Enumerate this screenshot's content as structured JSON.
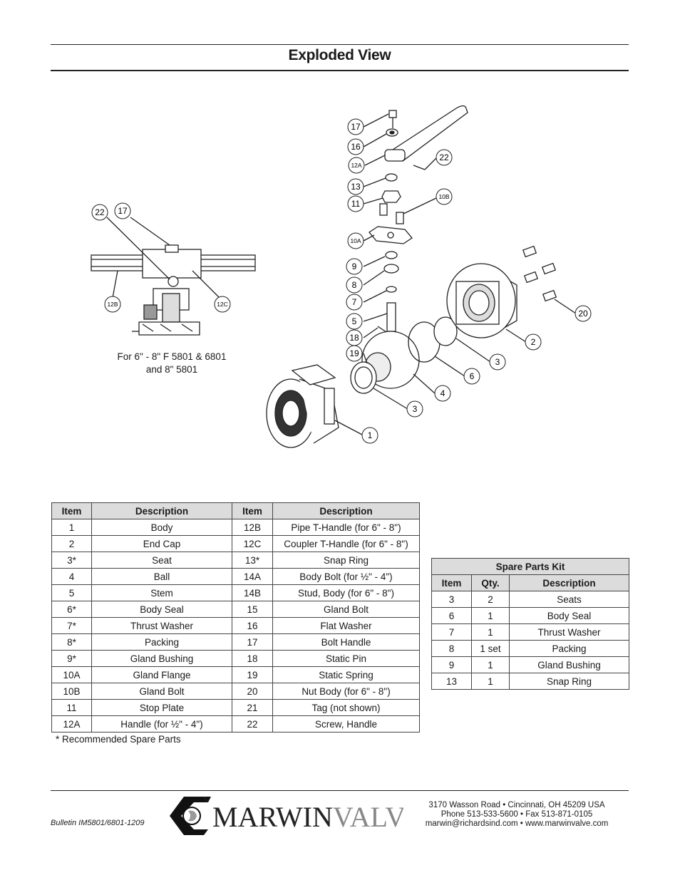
{
  "header": {
    "title": "Exploded View"
  },
  "diagram": {
    "inset_caption_line1": "For 6\" - 8\" F 5801 & 6801",
    "inset_caption_line2": "and 8\" 5801",
    "callouts": {
      "c17": "17",
      "c16": "16",
      "c12A": "12A",
      "c22": "22",
      "c13": "13",
      "c11": "11",
      "c10B": "10B",
      "c10A": "10A",
      "c9": "9",
      "c8": "8",
      "c7": "7",
      "c5": "5",
      "c18": "18",
      "c19": "19",
      "c20": "20",
      "c2": "2",
      "c3a": "3",
      "c6": "6",
      "c4": "4",
      "c3b": "3",
      "c1": "1",
      "inset22": "22",
      "inset17": "17",
      "inset12B": "12B",
      "inset12C": "12C"
    }
  },
  "parts_table": {
    "headers": [
      "Item",
      "Description",
      "Item",
      "Description"
    ],
    "rows": [
      [
        "1",
        "Body",
        "12B",
        "Pipe T-Handle (for 6\" - 8\")"
      ],
      [
        "2",
        "End Cap",
        "12C",
        "Coupler T-Handle (for 6\" - 8\")"
      ],
      [
        "3*",
        "Seat",
        "13*",
        "Snap Ring"
      ],
      [
        "4",
        "Ball",
        "14A",
        "Body Bolt (for ½\" - 4\")"
      ],
      [
        "5",
        "Stem",
        "14B",
        "Stud, Body (for 6\" - 8\")"
      ],
      [
        "6*",
        "Body Seal",
        "15",
        "Gland Bolt"
      ],
      [
        "7*",
        "Thrust Washer",
        "16",
        "Flat Washer"
      ],
      [
        "8*",
        "Packing",
        "17",
        "Bolt Handle"
      ],
      [
        "9*",
        "Gland Bushing",
        "18",
        "Static Pin"
      ],
      [
        "10A",
        "Gland Flange",
        "19",
        "Static Spring"
      ],
      [
        "10B",
        "Gland Bolt",
        "20",
        "Nut Body (for 6\" - 8\")"
      ],
      [
        "11",
        "Stop Plate",
        "21",
        "Tag (not shown)"
      ],
      [
        "12A",
        "Handle (for ½\" - 4\")",
        "22",
        "Screw, Handle"
      ]
    ],
    "footnote": "* Recommended Spare Parts"
  },
  "spare_kit": {
    "title": "Spare Parts Kit",
    "headers": [
      "Item",
      "Qty.",
      "Description"
    ],
    "rows": [
      [
        "3",
        "2",
        "Seats"
      ],
      [
        "6",
        "1",
        "Body Seal"
      ],
      [
        "7",
        "1",
        "Thrust Washer"
      ],
      [
        "8",
        "1 set",
        "Packing"
      ],
      [
        "9",
        "1",
        "Gland Bushing"
      ],
      [
        "13",
        "1",
        "Snap Ring"
      ]
    ]
  },
  "footer": {
    "bulletin": "Bulletin IM5801/6801-1209",
    "logo_bold": "MARWIN",
    "logo_light": "VALVE",
    "address_line1": "3170 Wasson Road  •  Cincinnati, OH  45209  USA",
    "address_line2": "Phone 513-533-5600  •  Fax 513-871-0105",
    "address_line3": "marwin@richardsind.com  •  www.marwinvalve.com"
  }
}
